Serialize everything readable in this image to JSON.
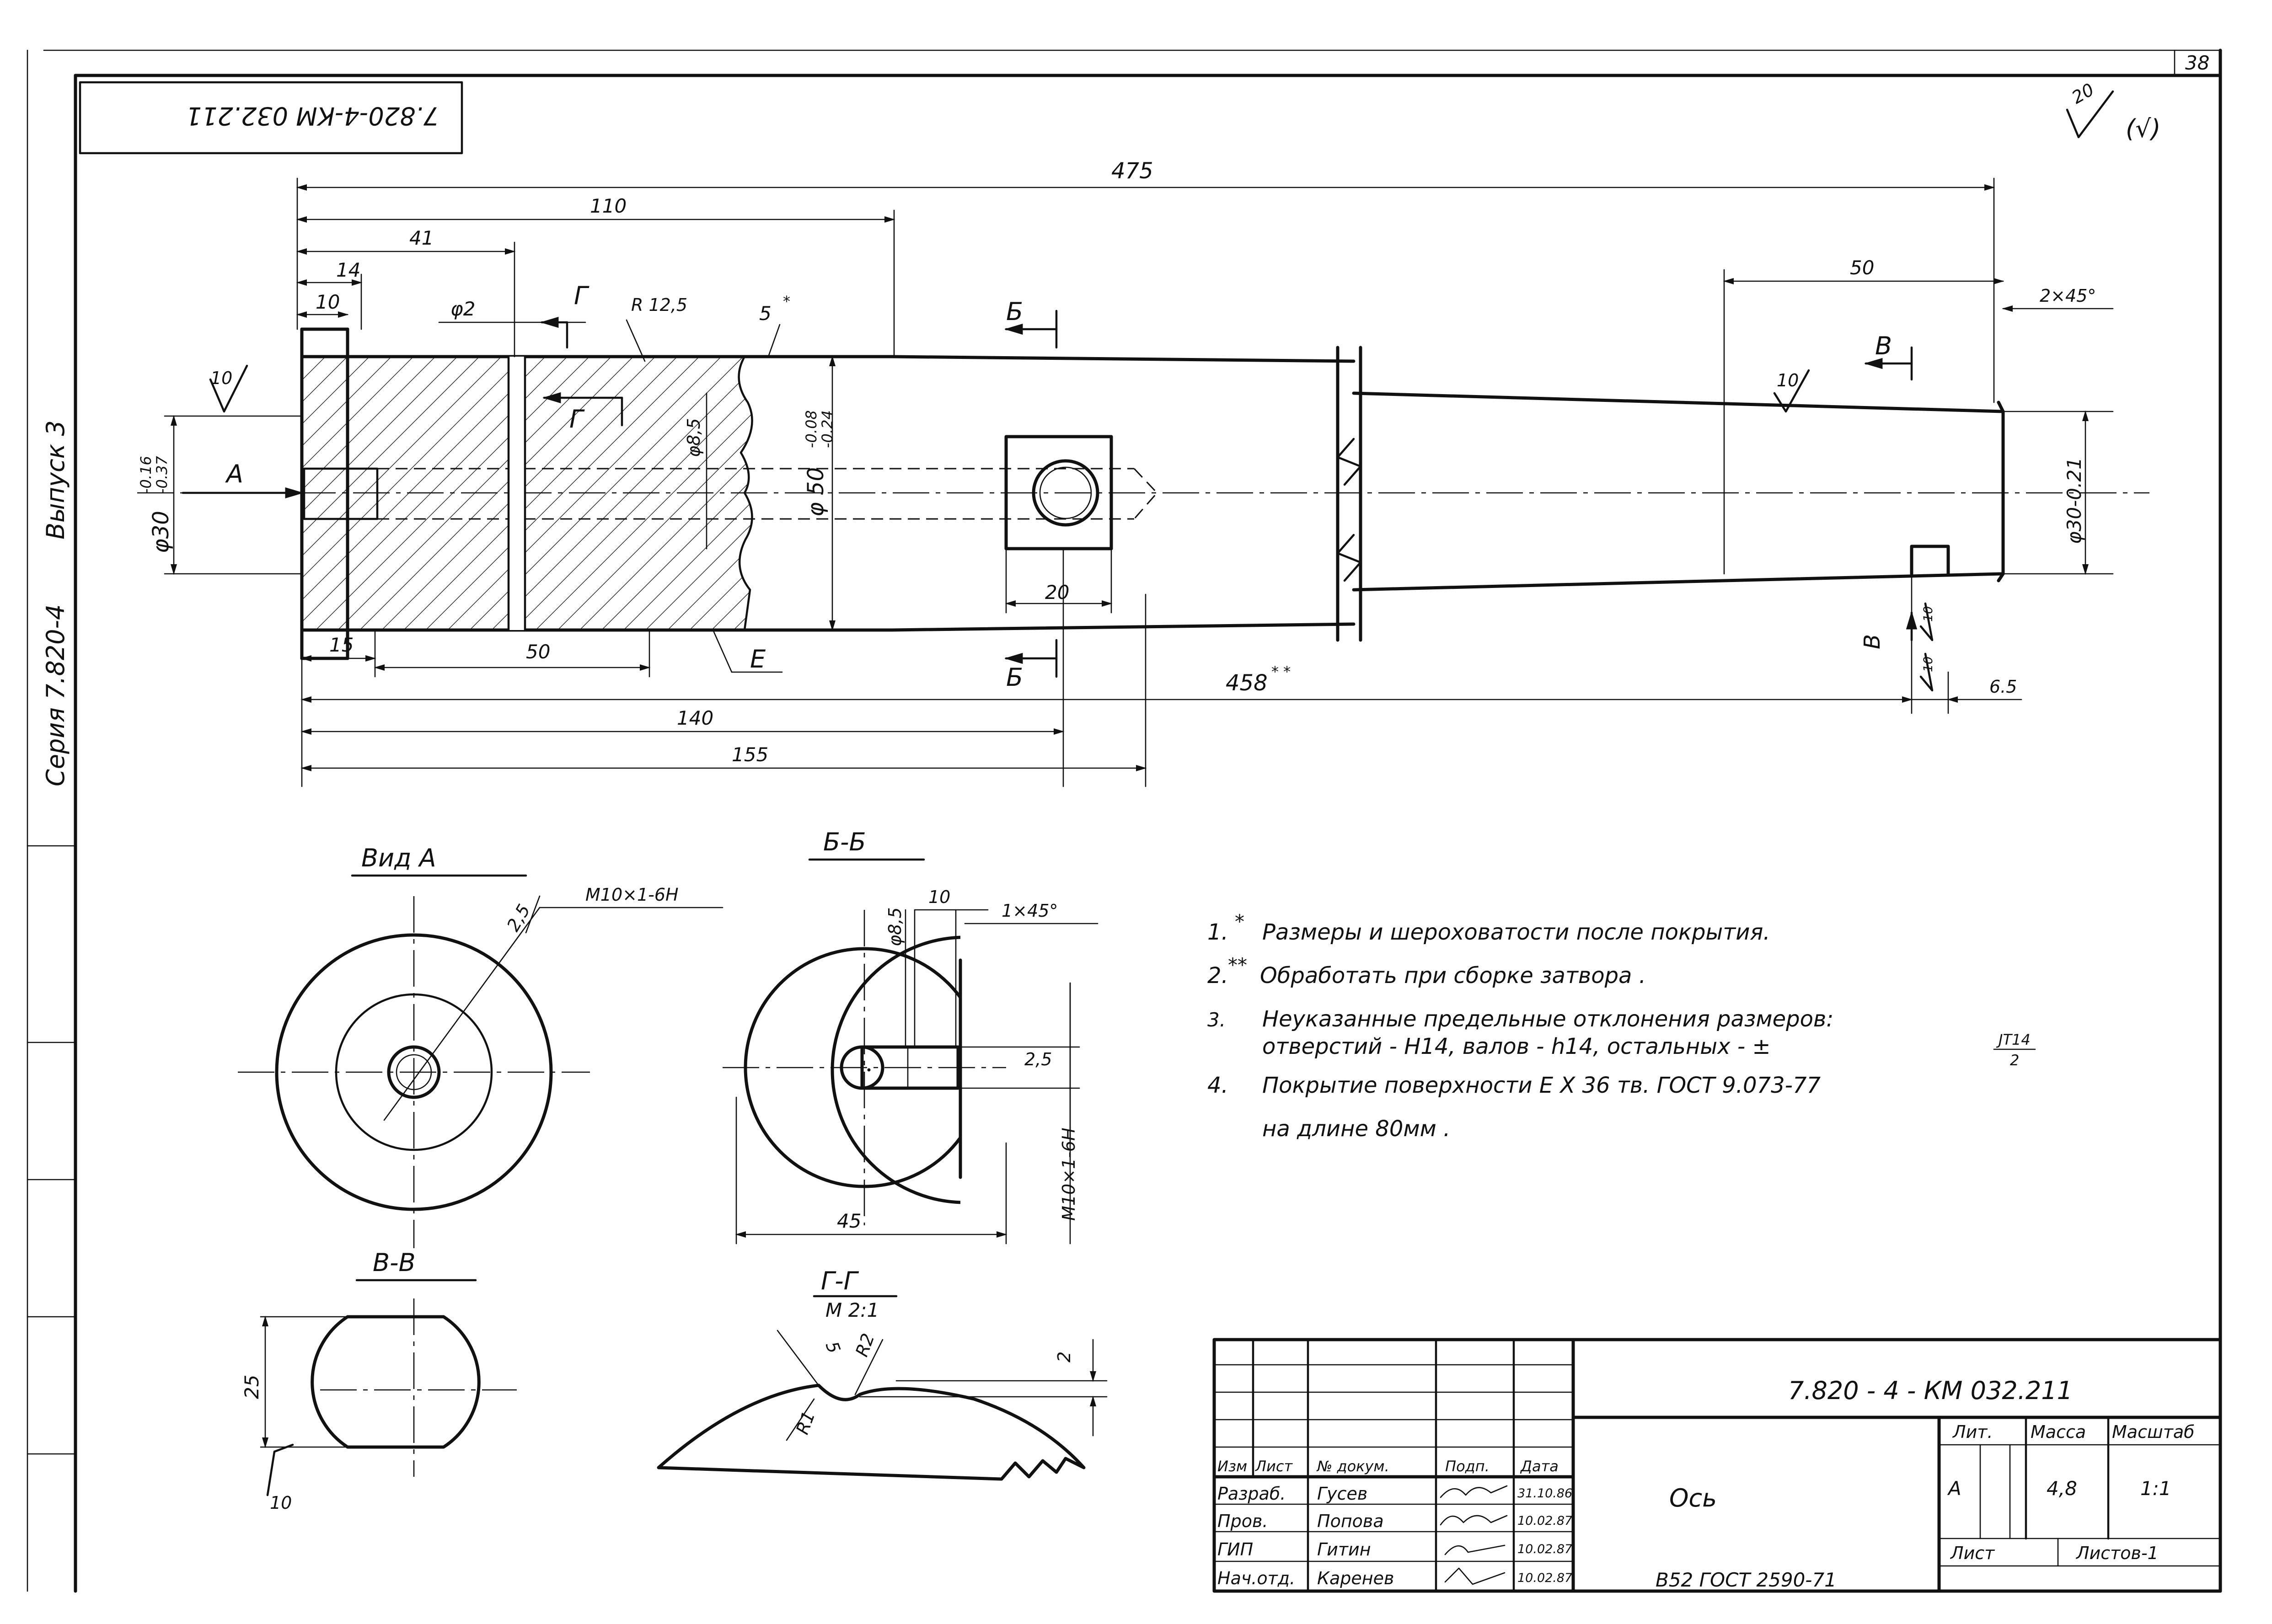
{
  "sheet": {
    "page_number": "38",
    "stamp_code_rotated": "7.820-4-КМ 032.211",
    "side_series": "Серия 7.820-4",
    "side_issue": "Выпуск 3",
    "roughness_general": "20",
    "roughness_general_suffix": "(√)"
  },
  "main_view": {
    "dims": {
      "total_length": "475",
      "d110": "110",
      "d41": "41",
      "d14": "14",
      "d10": "10",
      "d50_right": "50",
      "chamfer_right": "2×45°",
      "hole_phi2": "φ2",
      "radius": "R 12,5",
      "note5": "5",
      "note5_star": "*",
      "phi85": "φ8,5",
      "phi50": "φ 50",
      "phi50_tol_upper": "-0.08",
      "phi50_tol_lower": "-0.24",
      "phi30_left": "φ30",
      "phi30_left_tol_upper": "-0.16",
      "phi30_left_tol_lower": "-0.37",
      "phi30_right": "φ30-0.21",
      "d20": "20",
      "d15": "15",
      "d50_bottom": "50",
      "d458": "458",
      "d458_mark": "* *",
      "d140": "140",
      "d155": "155",
      "d65": "6.5",
      "rough10_a": "10",
      "rough10_b": "10",
      "rough10_c": "10",
      "rough10_d": "10"
    },
    "section_letters": {
      "A": "А",
      "G_top": "Г",
      "G_mid": "Г",
      "B_top": "Б",
      "B_bottom": "Б",
      "V_top": "В",
      "V_bottom": "В",
      "E": "Е"
    }
  },
  "view_a": {
    "title": "Вид А",
    "thread": "М10×1-6Н",
    "d25": "2,5"
  },
  "section_bb": {
    "title": "Б-Б",
    "phi85": "φ8,5",
    "d10": "10",
    "chamfer": "1×45°",
    "d25": "2,5",
    "thread": "М10×1-6Н",
    "d45": "45"
  },
  "section_vv": {
    "title": "В-В",
    "d25": "25",
    "rough": "10"
  },
  "section_gg": {
    "title": "Г-Г",
    "scale": "М 2:1",
    "d5": "5",
    "r2": "R2",
    "r1": "R1",
    "d2": "2"
  },
  "notes": [
    {
      "num": "1.",
      "mark": "*",
      "text": "Размеры и шероховатости после покрытия."
    },
    {
      "num": "2.",
      "mark": "**",
      "text": "Обработать при сборке затвора ."
    },
    {
      "num": "3.",
      "mark": "",
      "text": "Неуказанные предельные отклонения размеров:"
    },
    {
      "num": "",
      "mark": "",
      "text": "отверстий - Н14, валов - h14, остальных - ±",
      "frac_top": "JT14",
      "frac_bottom": "2"
    },
    {
      "num": "4.",
      "mark": "",
      "text": "Покрытие поверхности Е  Х 36 тв. ГОСТ 9.073-77"
    },
    {
      "num": "",
      "mark": "",
      "text": "на длине 80мм ."
    }
  ],
  "title_block": {
    "code": "7.820 - 4 - КМ 032.211",
    "part_name": "Ось",
    "material": "В52 ГОСТ 2590-71",
    "headers": {
      "izm": "Изм",
      "list": "Лист",
      "doc": "№ докум.",
      "sign": "Подп.",
      "date": "Дата"
    },
    "rows": [
      {
        "role": "Разраб.",
        "name": "Гусев",
        "date": "31.10.86"
      },
      {
        "role": "Пров.",
        "name": "Попова",
        "date": "10.02.87"
      },
      {
        "role": "ГИП",
        "name": "Гитин",
        "date": "10.02.87"
      },
      {
        "role": "Нач.отд.",
        "name": "Каренев",
        "date": "10.02.87"
      }
    ],
    "lit_label": "Лит.",
    "mass_label": "Масса",
    "scale_label": "Масштаб",
    "lit_value": "А",
    "mass_value": "4,8",
    "scale_value": "1:1",
    "sheet_label": "Лист",
    "sheets_label": "Листов-1"
  }
}
